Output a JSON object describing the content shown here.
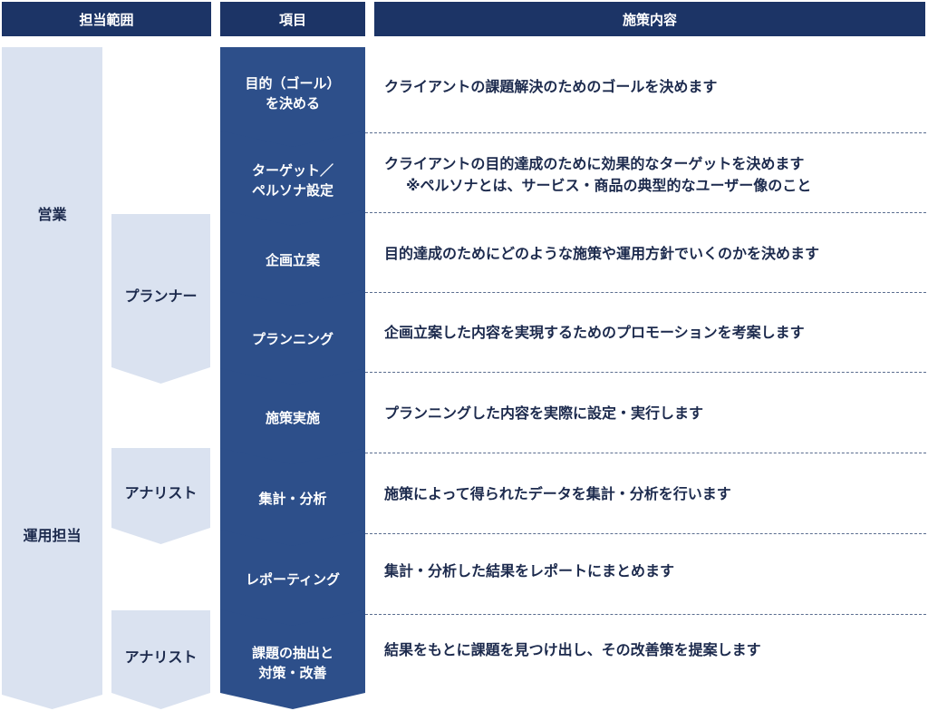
{
  "headers": {
    "scope": "担当範囲",
    "item": "項目",
    "measure": "施策内容"
  },
  "lanes": {
    "sales": "営業",
    "ops": "運用担当",
    "planner": "プランナー",
    "analyst1": "アナリスト",
    "analyst2": "アナリスト"
  },
  "steps": [
    {
      "line1": "目的（ゴール）",
      "line2": "を決める",
      "desc": "クライアントの課題解決のためのゴールを決めます",
      "note": ""
    },
    {
      "line1": "ターゲット／",
      "line2": "ペルソナ設定",
      "desc": "クライアントの目的達成のために効果的なターゲットを決めます",
      "note": "※ペルソナとは、サービス・商品の典型的なユーザー像のこと"
    },
    {
      "line1": "企画立案",
      "line2": "",
      "desc": "目的達成のためにどのような施策や運用方針でいくのかを決めます",
      "note": ""
    },
    {
      "line1": "プランニング",
      "line2": "",
      "desc": "企画立案した内容を実現するためのプロモーションを考案します",
      "note": ""
    },
    {
      "line1": "施策実施",
      "line2": "",
      "desc": "プランニングした内容を実際に設定・実行します",
      "note": ""
    },
    {
      "line1": "集計・分析",
      "line2": "",
      "desc": "施策によって得られたデータを集計・分析を行います",
      "note": ""
    },
    {
      "line1": "レポーティング",
      "line2": "",
      "desc": "集計・分析した結果をレポートにまとめます",
      "note": ""
    },
    {
      "line1": "課題の抽出と",
      "line2": "対策・改善",
      "desc": "結果をもとに課題を見つけ出し、その改善策を提案します",
      "note": ""
    }
  ]
}
